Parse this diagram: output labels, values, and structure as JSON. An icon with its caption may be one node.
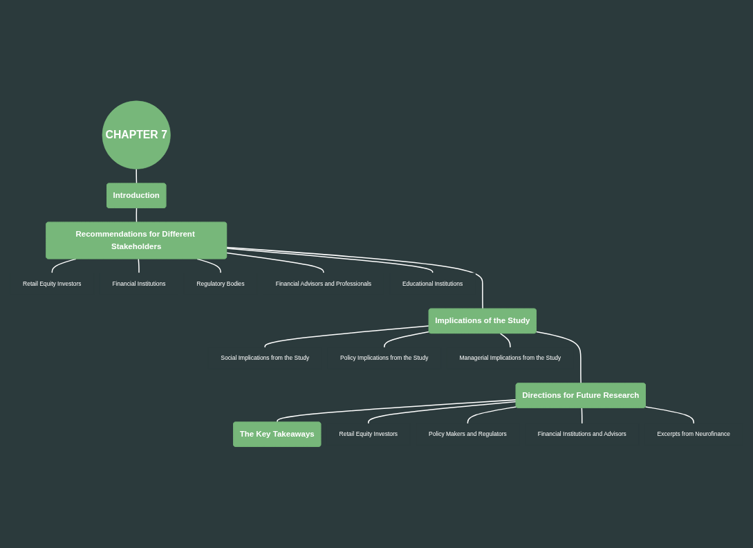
{
  "diagram": {
    "nodes": [
      {
        "text": [
          "CHAPTER 7"
        ]
      },
      {
        "text": [
          "Introduction"
        ]
      },
      {
        "text": [
          "Recommendations for Different Stakeholders"
        ]
      },
      {
        "text": [
          "Retail Equity Investors"
        ]
      },
      {
        "text": [
          "Financial Institutions"
        ]
      },
      {
        "text": [
          "Regulatory Bodies"
        ]
      },
      {
        "text": [
          "Financial Advisors and Professionals"
        ]
      },
      {
        "text": [
          "Educational Institutions"
        ]
      },
      {
        "text": [
          "Implications of the Study"
        ]
      },
      {
        "text": [
          "Social Implications from the Study"
        ]
      },
      {
        "text": [
          "Policy Implications from the Study"
        ]
      },
      {
        "text": [
          "Managerial Implications from the Study"
        ]
      },
      {
        "text": [
          "Directions for Future Research"
        ]
      },
      {
        "text": [
          "Retail Equity Investors"
        ]
      },
      {
        "text": [
          "Policy Makers and Regulators"
        ]
      },
      {
        "text": [
          "Financial Institutions and Advisors"
        ]
      },
      {
        "text": [
          "Excerpts from Neurofinance"
        ]
      },
      {
        "text": [
          "The Key Takeaways"
        ]
      }
    ],
    "edges": [
      {
        "from": 0,
        "to": 1,
        "arrow": "none"
      },
      {
        "from": 1,
        "to": 2,
        "arrow": "none"
      },
      {
        "from": 2,
        "to": 8,
        "arrow": "none"
      },
      {
        "from": 8,
        "to": 12,
        "arrow": "none"
      },
      {
        "from": 12,
        "to": 17,
        "arrow": "none"
      },
      {
        "from": 2,
        "to": 3,
        "arrow": "none"
      },
      {
        "from": 2,
        "to": 4,
        "arrow": "none"
      },
      {
        "from": 2,
        "to": 5,
        "arrow": "none"
      },
      {
        "from": 2,
        "to": 6,
        "arrow": "none"
      },
      {
        "from": 2,
        "to": 7,
        "arrow": "none"
      },
      {
        "from": 8,
        "to": 9,
        "arrow": "none"
      },
      {
        "from": 8,
        "to": 10,
        "arrow": "none"
      },
      {
        "from": 8,
        "to": 11,
        "arrow": "none"
      },
      {
        "from": 12,
        "to": 13,
        "arrow": "none"
      },
      {
        "from": 12,
        "to": 14,
        "arrow": "none"
      },
      {
        "from": 12,
        "to": 15,
        "arrow": "none"
      },
      {
        "from": 12,
        "to": 16,
        "arrow": "none"
      }
    ]
  }
}
